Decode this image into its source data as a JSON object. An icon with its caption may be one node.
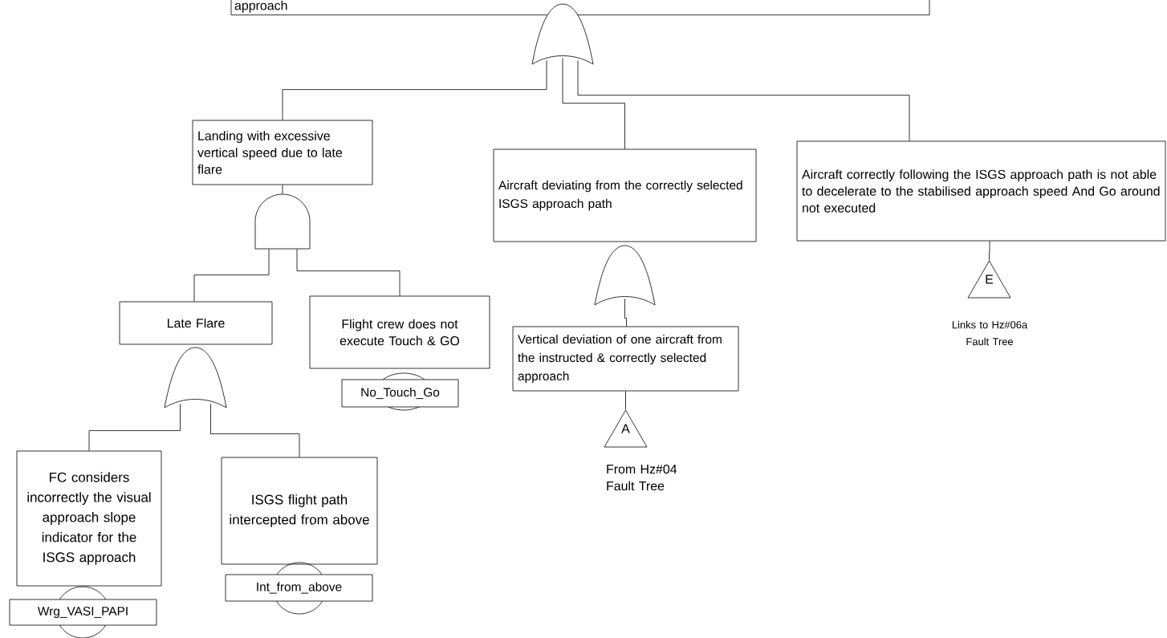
{
  "diagram": {
    "nodes": [
      {
        "text": [
          "approach"
        ]
      },
      {
        "text": [],
        "shape": "gate"
      },
      {
        "text": [
          "Landing with excessive vertical speed due to late flare"
        ]
      },
      {
        "text": [
          "Aircraft deviating from the correctly selected ISGS approach path"
        ]
      },
      {
        "text": [
          "Aircraft correctly following the ISGS approach path is not able to decelerate to the stabilised approach speed And Go around not executed"
        ]
      },
      {
        "text": [],
        "shape": "gate"
      },
      {
        "text": [],
        "shape": "gate"
      },
      {
        "text": [
          "E"
        ],
        "beside": [
          "Links to Hz#06a Fault Tree"
        ]
      },
      {
        "text": [
          "Late Flare"
        ]
      },
      {
        "text": [
          "Flight crew does not execute Touch & GO"
        ]
      },
      {
        "text": [
          "Vertical deviation of one aircraft from the instructed & correctly selected approach"
        ]
      },
      {
        "text": [
          "No_Touch_Go"
        ]
      },
      {
        "text": [],
        "shape": "gate"
      },
      {
        "text": [
          "A"
        ],
        "beside": [
          "From Hz#04 Fault Tree"
        ]
      },
      {
        "text": [
          "FC considers incorrectly the visual approach slope indicator for the ISGS approach"
        ]
      },
      {
        "text": [
          "ISGS flight path intercepted from above"
        ]
      },
      {
        "text": [
          "Wrg_VASI_PAPI"
        ]
      },
      {
        "text": [
          "Int_from_above"
        ]
      }
    ],
    "edges": [
      {
        "from": 1,
        "to": 2,
        "arrow": "none"
      },
      {
        "from": 1,
        "to": 3,
        "arrow": "none"
      },
      {
        "from": 1,
        "to": 4,
        "arrow": "none"
      },
      {
        "from": 2,
        "to": 5,
        "arrow": "none"
      },
      {
        "from": 5,
        "to": 8,
        "arrow": "none"
      },
      {
        "from": 5,
        "to": 9,
        "arrow": "none"
      },
      {
        "from": 6,
        "to": 10,
        "arrow": "none"
      },
      {
        "from": 4,
        "to": 7,
        "arrow": "none"
      },
      {
        "from": 10,
        "to": 13,
        "arrow": "none"
      },
      {
        "from": 12,
        "to": 14,
        "arrow": "none"
      },
      {
        "from": 12,
        "to": 15,
        "arrow": "none"
      }
    ]
  }
}
